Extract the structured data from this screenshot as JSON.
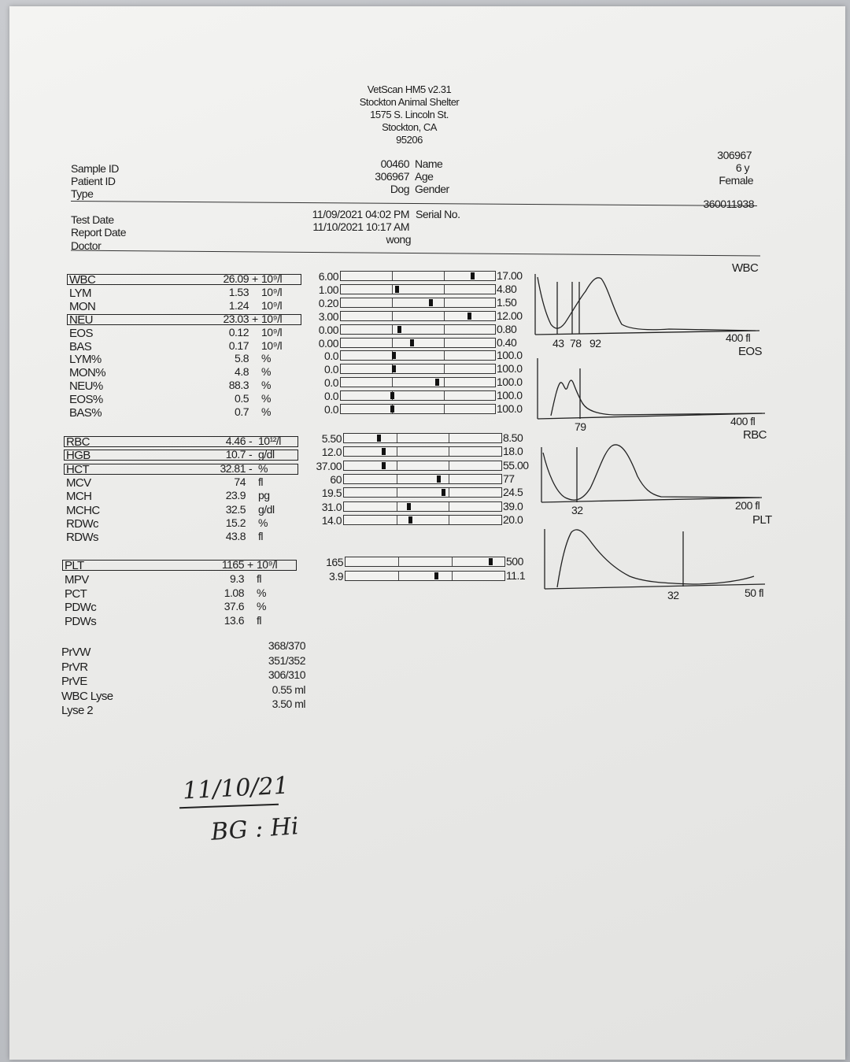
{
  "header": {
    "device": "VetScan HM5 v2.31",
    "clinic": "Stockton Animal Shelter",
    "street": "1575 S. Lincoln St.",
    "city": "Stockton, CA",
    "zip": "95206"
  },
  "patient": {
    "sample_id_label": "Sample ID",
    "patient_id_label": "Patient ID",
    "type_label": "Type",
    "sample_id": "00460",
    "patient_id": "306967",
    "type": "Dog",
    "name_label": "Name",
    "age_label": "Age",
    "gender_label": "Gender",
    "name": "306967",
    "age": "6 y",
    "gender": "Female"
  },
  "report": {
    "test_date_label": "Test Date",
    "report_date_label": "Report Date",
    "doctor_label": "Doctor",
    "test_date": "11/09/2021 04:02 PM",
    "report_date": "11/10/2021 10:17 AM",
    "doctor": "wong",
    "serial_label": "Serial No.",
    "serial": "360011938"
  },
  "wbc_group": [
    {
      "label": "WBC",
      "value": "26.09",
      "flag": "+",
      "unit": "10⁹/l",
      "low": "6.00",
      "high": "17.00",
      "mark": 0.85,
      "boxed": true
    },
    {
      "label": "LYM",
      "value": "1.53",
      "flag": "",
      "unit": "10⁹/l",
      "low": "1.00",
      "high": "4.80",
      "mark": 0.36,
      "boxed": false
    },
    {
      "label": "MON",
      "value": "1.24",
      "flag": "",
      "unit": "10⁹/l",
      "low": "0.20",
      "high": "1.50",
      "mark": 0.58,
      "boxed": false
    },
    {
      "label": "NEU",
      "value": "23.03",
      "flag": "+",
      "unit": "10⁹/l",
      "low": "3.00",
      "high": "12.00",
      "mark": 0.83,
      "boxed": true
    },
    {
      "label": "EOS",
      "value": "0.12",
      "flag": "",
      "unit": "10⁹/l",
      "low": "0.00",
      "high": "0.80",
      "mark": 0.38,
      "boxed": false
    },
    {
      "label": "BAS",
      "value": "0.17",
      "flag": "",
      "unit": "10⁹/l",
      "low": "0.00",
      "high": "0.40",
      "mark": 0.46,
      "boxed": false
    },
    {
      "label": "LYM%",
      "value": "5.8",
      "flag": "",
      "unit": "%",
      "low": "0.0",
      "high": "100.0",
      "mark": 0.34,
      "boxed": false
    },
    {
      "label": "MON%",
      "value": "4.8",
      "flag": "",
      "unit": "%",
      "low": "0.0",
      "high": "100.0",
      "mark": 0.34,
      "boxed": false
    },
    {
      "label": "NEU%",
      "value": "88.3",
      "flag": "",
      "unit": "%",
      "low": "0.0",
      "high": "100.0",
      "mark": 0.62,
      "boxed": false
    },
    {
      "label": "EOS%",
      "value": "0.5",
      "flag": "",
      "unit": "%",
      "low": "0.0",
      "high": "100.0",
      "mark": 0.33,
      "boxed": false
    },
    {
      "label": "BAS%",
      "value": "0.7",
      "flag": "",
      "unit": "%",
      "low": "0.0",
      "high": "100.0",
      "mark": 0.33,
      "boxed": false
    }
  ],
  "rbc_group": [
    {
      "label": "RBC",
      "value": "4.46",
      "flag": "-",
      "unit": "10¹²/l",
      "low": "5.50",
      "high": "8.50",
      "mark": 0.22,
      "boxed": true
    },
    {
      "label": "HGB",
      "value": "10.7",
      "flag": "-",
      "unit": "g/dl",
      "low": "12.0",
      "high": "18.0",
      "mark": 0.25,
      "boxed": true
    },
    {
      "label": "HCT",
      "value": "32.81",
      "flag": "-",
      "unit": "%",
      "low": "37.00",
      "high": "55.00",
      "mark": 0.25,
      "boxed": true
    },
    {
      "label": "MCV",
      "value": "74",
      "flag": "",
      "unit": "fl",
      "low": "60",
      "high": "77",
      "mark": 0.6,
      "boxed": false
    },
    {
      "label": "MCH",
      "value": "23.9",
      "flag": "",
      "unit": "pg",
      "low": "19.5",
      "high": "24.5",
      "mark": 0.63,
      "boxed": false
    },
    {
      "label": "MCHC",
      "value": "32.5",
      "flag": "",
      "unit": "g/dl",
      "low": "31.0",
      "high": "39.0",
      "mark": 0.41,
      "boxed": false
    },
    {
      "label": "RDWc",
      "value": "15.2",
      "flag": "",
      "unit": "%",
      "low": "14.0",
      "high": "20.0",
      "mark": 0.42,
      "boxed": false
    },
    {
      "label": "RDWs",
      "value": "43.8",
      "flag": "",
      "unit": "fl",
      "low": "",
      "high": "",
      "mark": null,
      "boxed": false
    }
  ],
  "plt_group": [
    {
      "label": "PLT",
      "value": "1165",
      "flag": "+",
      "unit": "10⁹/l",
      "low": "165",
      "high": "500",
      "mark": 0.91,
      "boxed": true
    },
    {
      "label": "MPV",
      "value": "9.3",
      "flag": "",
      "unit": "fl",
      "low": "3.9",
      "high": "11.1",
      "mark": 0.57,
      "boxed": false
    },
    {
      "label": "PCT",
      "value": "1.08",
      "flag": "",
      "unit": "%",
      "low": "",
      "high": "",
      "mark": null,
      "boxed": false
    },
    {
      "label": "PDWc",
      "value": "37.6",
      "flag": "",
      "unit": "%",
      "low": "",
      "high": "",
      "mark": null,
      "boxed": false
    },
    {
      "label": "PDWs",
      "value": "13.6",
      "flag": "",
      "unit": "fl",
      "low": "",
      "high": "",
      "mark": null,
      "boxed": false
    }
  ],
  "reagents": [
    {
      "label": "PrVW",
      "value": "368/370"
    },
    {
      "label": "PrVR",
      "value": "351/352"
    },
    {
      "label": "PrVE",
      "value": "306/310"
    },
    {
      "label": "WBC Lyse",
      "value": "0.55 ml"
    },
    {
      "label": "Lyse 2",
      "value": "3.50 ml"
    }
  ],
  "histograms": {
    "wbc": {
      "title": "WBC",
      "markers": [
        "43",
        "78",
        "92"
      ],
      "axis_max": "400 fl"
    },
    "eos": {
      "title": "EOS",
      "markers": [
        "79"
      ],
      "axis_max": "400 fl"
    },
    "rbc": {
      "title": "RBC",
      "markers": [
        "32"
      ],
      "axis_max": "200 fl"
    },
    "plt": {
      "title": "PLT",
      "markers": [
        "32"
      ],
      "axis_max": "50 fl"
    }
  },
  "handwriting": {
    "date": "11/10/21",
    "note": "BG : Hi"
  }
}
